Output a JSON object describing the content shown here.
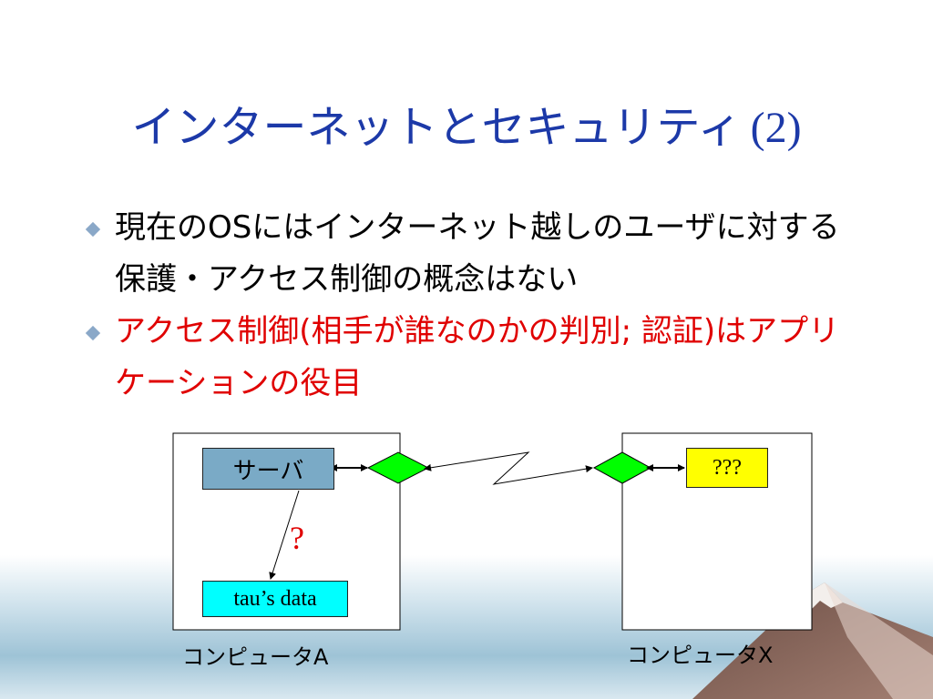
{
  "slide": {
    "title": "インターネットとセキュリティ",
    "title_suffix": "(2)"
  },
  "bullets": [
    {
      "text": "現在のOSにはインターネット越しのユーザに対する保護・アクセス制御の概念はない",
      "color": "#000000"
    },
    {
      "text": "アクセス制御(相手が誰なのかの判別; 認証)はアプリケーションの役目",
      "color": "#e00000"
    }
  ],
  "diagram": {
    "computer_a": {
      "label": "コンピュータA",
      "server_label": "サーバ",
      "data_label": "tau’s data",
      "question": "?"
    },
    "computer_x": {
      "label": "コンピュータX",
      "unknown_label": "???"
    },
    "colors": {
      "server": "#7aaac6",
      "unknown": "#ffff00",
      "data": "#00ffff",
      "port": "#00ff00",
      "title": "#1c39a8",
      "accent_red": "#e00000"
    }
  }
}
